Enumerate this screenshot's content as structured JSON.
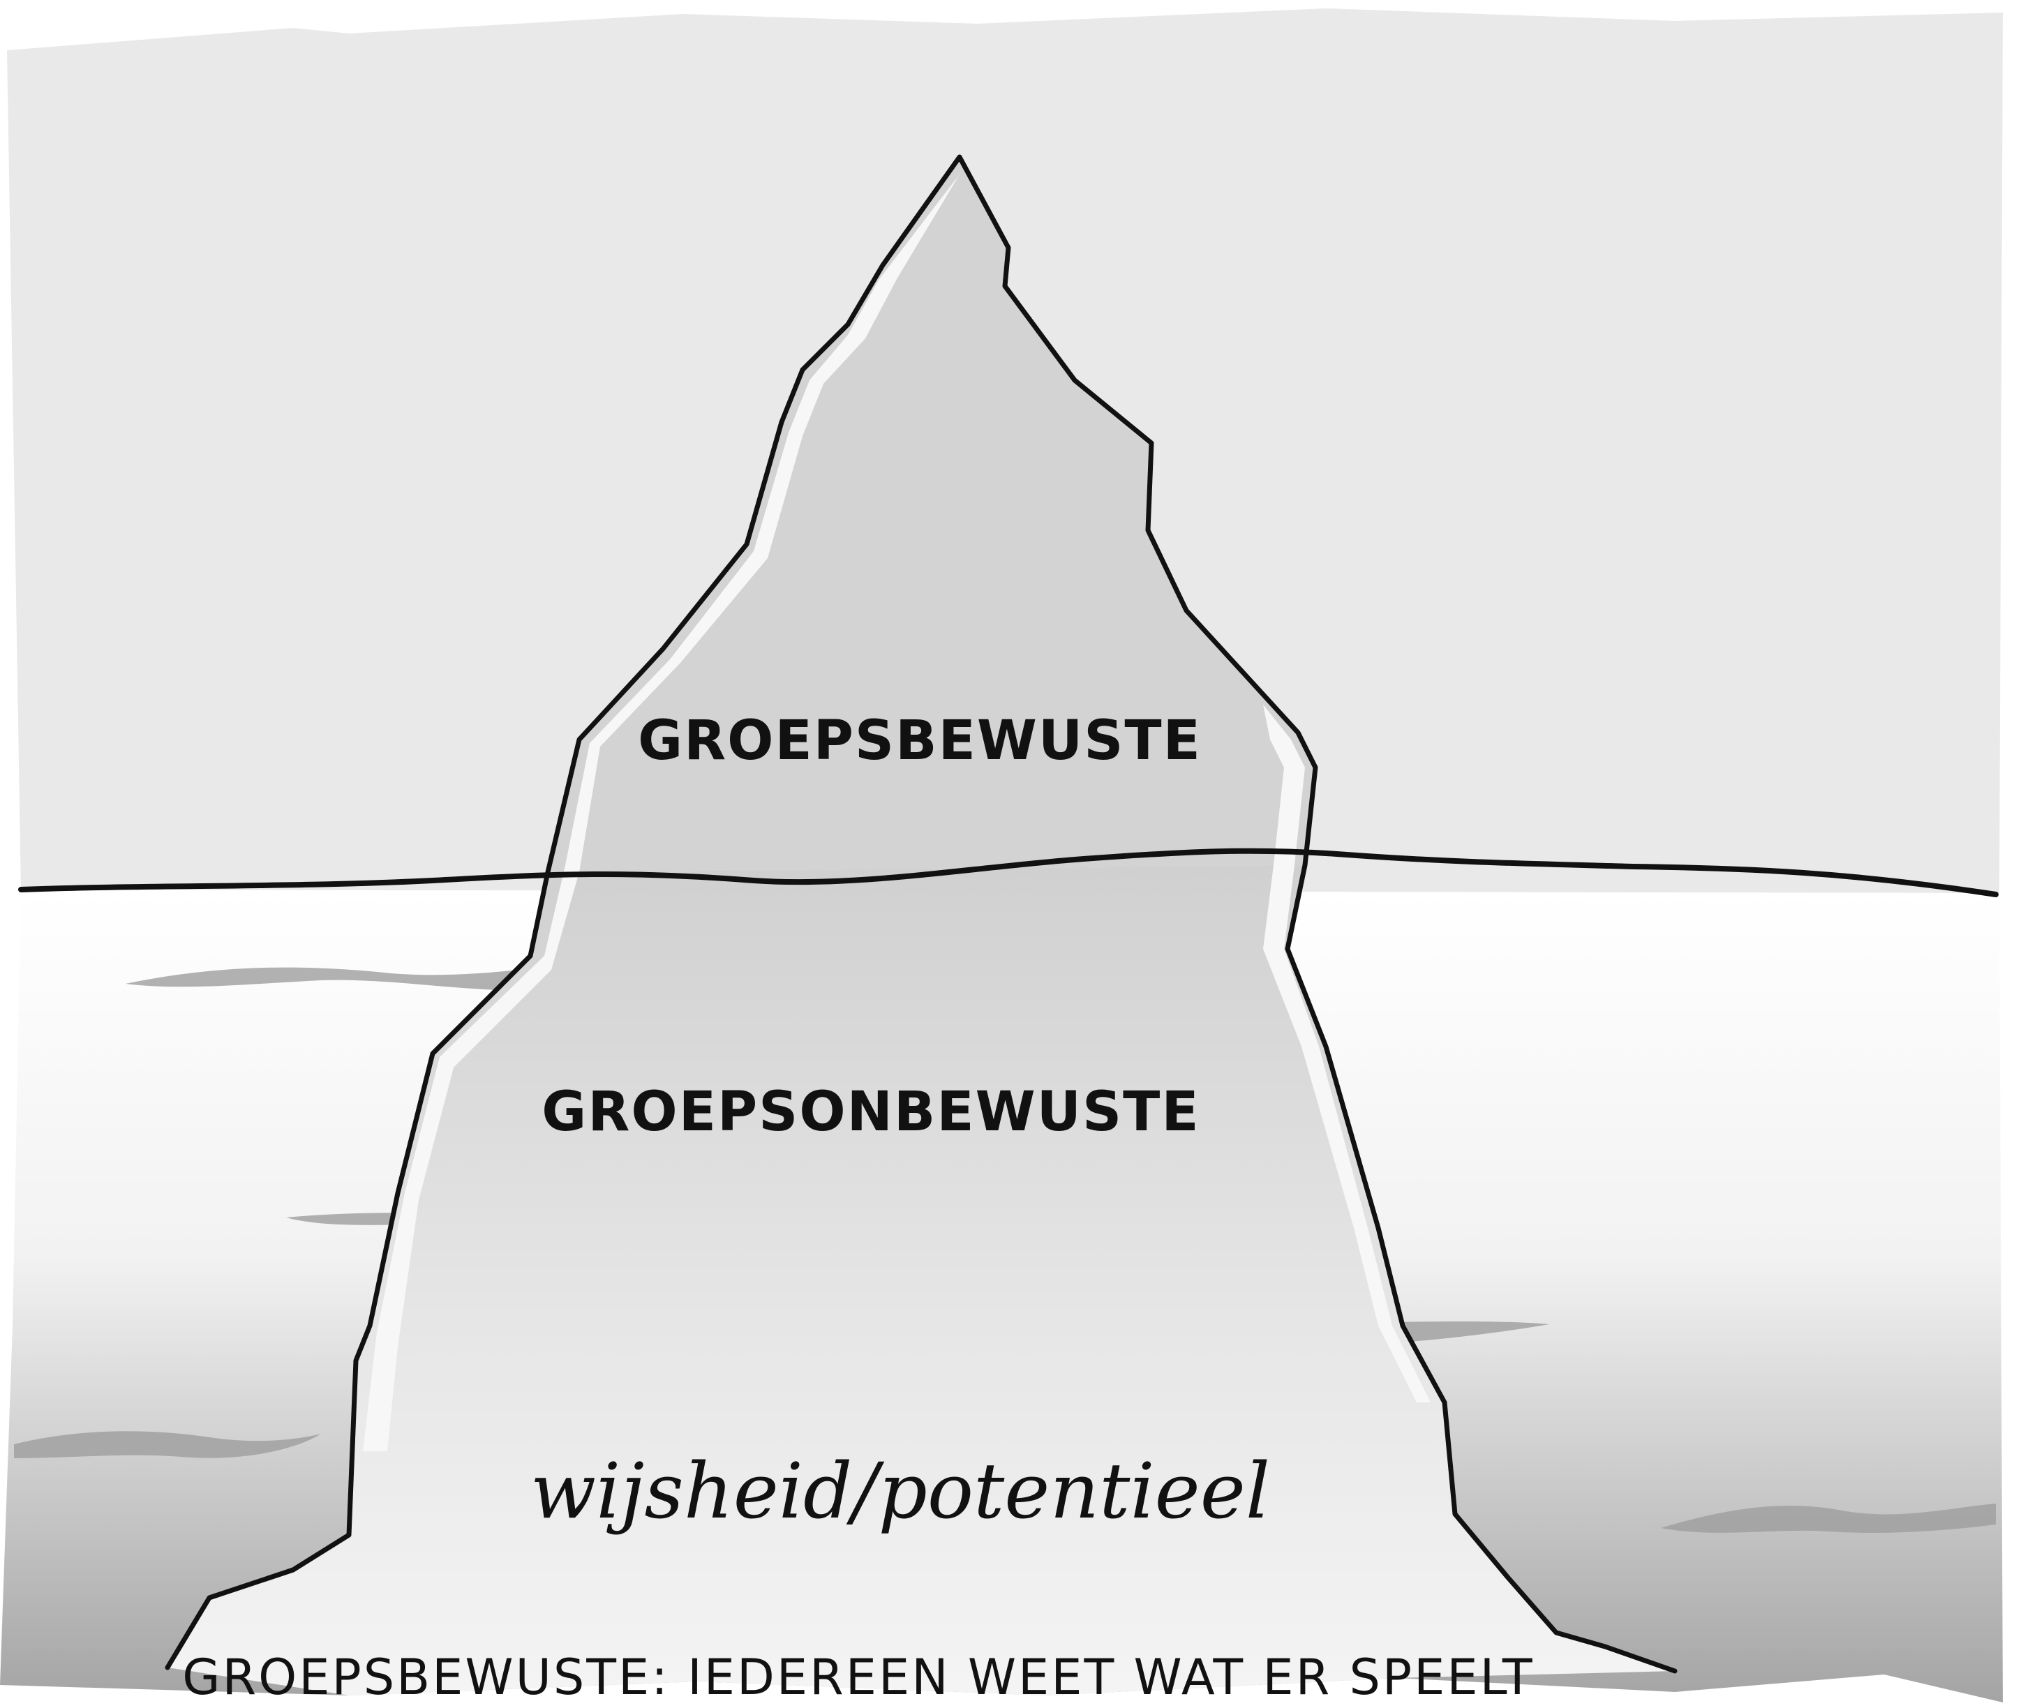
{
  "iceberg": {
    "top_label": "GROEPSBEWUSTE",
    "middle_label": "GROEPSONBEWUSTE",
    "bottom_label": "wijsheid/potentieel"
  },
  "caption": "GROEPSBEWUSTE: IEDEREEN WEET WAT ER SPEELT",
  "colors": {
    "sky": "#e9e9e9",
    "iceberg": "#d2d2d2",
    "iceberg_highlight": "#f7f7f7",
    "sea_top": "#ffffff",
    "sea_bottom": "#a9a9a9",
    "waves": "#9e9e9e",
    "outline": "#111111"
  }
}
